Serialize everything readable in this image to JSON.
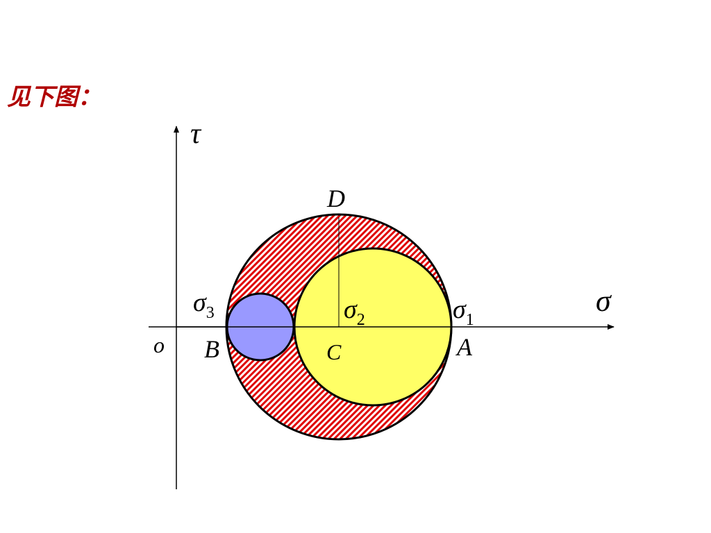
{
  "heading": "见下图：",
  "diagram": {
    "axis_labels": {
      "vertical": "τ",
      "horizontal": "σ",
      "origin": "o"
    },
    "points": {
      "D": "D",
      "B": "B",
      "C": "C",
      "A": "A"
    },
    "stress_labels": [
      {
        "symbol": "σ",
        "subscript": "3"
      },
      {
        "symbol": "σ",
        "subscript": "2"
      },
      {
        "symbol": "σ",
        "subscript": "1"
      }
    ],
    "colors": {
      "outer_hatch": "#e00000",
      "small_circle": "#9999ff",
      "medium_circle": "#ffff66",
      "heading_text": "#b00000",
      "lines": "#000000"
    }
  }
}
